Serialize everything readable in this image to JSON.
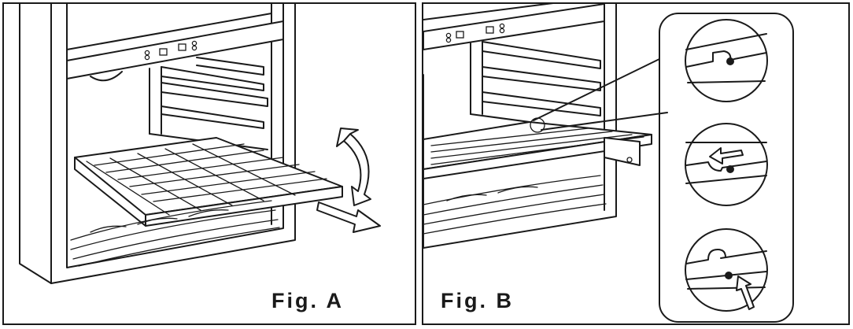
{
  "figures": [
    {
      "id": "a",
      "label": "Fig. A"
    },
    {
      "id": "b",
      "label": "Fig. B"
    }
  ],
  "colors": {
    "line": "#1a1a1a",
    "background": "#ffffff"
  }
}
